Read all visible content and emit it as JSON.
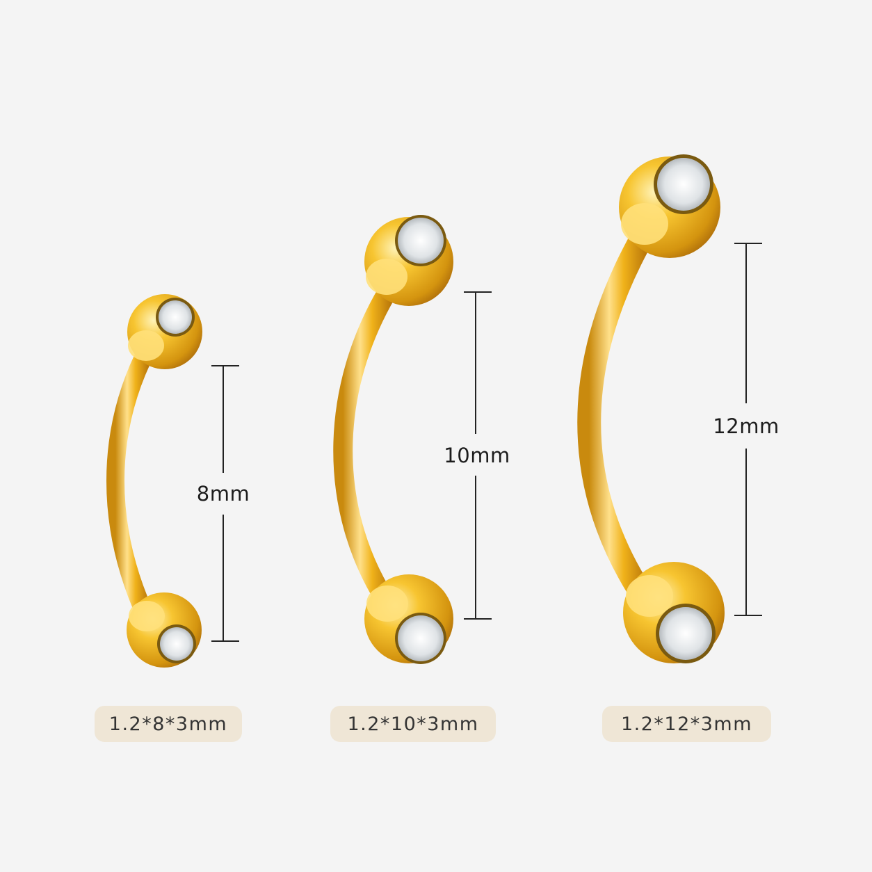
{
  "colors": {
    "background": "#f4f4f4",
    "gold_light": "#ffe38a",
    "gold_mid": "#f2b81a",
    "gold_dark": "#b8760a",
    "gem": "#e9ecef",
    "dimension_line": "#222222",
    "pill_background": "#efe6d6"
  },
  "products": [
    {
      "length_label": "8mm",
      "size_label": "1.2*8*3mm"
    },
    {
      "length_label": "10mm",
      "size_label": "1.2*10*3mm"
    },
    {
      "length_label": "12mm",
      "size_label": "1.2*12*3mm"
    }
  ]
}
